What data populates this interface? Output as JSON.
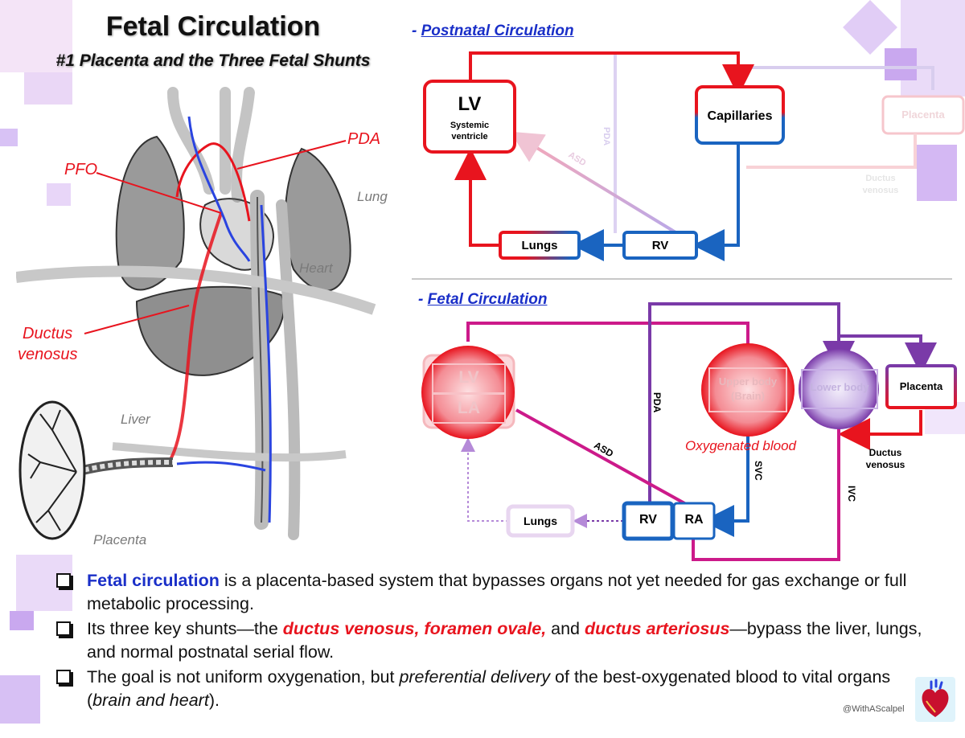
{
  "header": {
    "title": "Fetal Circulation",
    "subtitle": "#1 Placenta and the Three Fetal Shunts"
  },
  "anatomy": {
    "pda": "PDA",
    "pfo": "PFO",
    "lung": "Lung",
    "heart": "Heart",
    "ductus_venosus_1": "Ductus",
    "ductus_venosus_2": "venosus",
    "liver": "Liver",
    "placenta": "Placenta"
  },
  "postnatal": {
    "heading_dash": "- ",
    "heading": "Postnatal Circulation",
    "lv": "LV",
    "lv_sub1": "Systemic",
    "lv_sub2": "ventricle",
    "capillaries": "Capillaries",
    "placenta": "Placenta",
    "pda": "PDA",
    "asd": "ASD",
    "ductus_1": "Ductus",
    "ductus_2": "venosus",
    "lungs": "Lungs",
    "rv": "RV"
  },
  "fetal": {
    "heading_dash": "- ",
    "heading": "Fetal Circulation",
    "lv": "LV",
    "la": "LA",
    "upper_1": "Upper body",
    "upper_2": "(Brain)",
    "lower": "Lower body",
    "placenta": "Placenta",
    "pda": "PDA",
    "asd": "ASD",
    "oxygenated": "Oxygenated blood",
    "ductus_1": "Ductus",
    "ductus_2": "venosus",
    "svc": "SVC",
    "ivc": "IVC",
    "lungs": "Lungs",
    "rv": "RV",
    "ra": "RA"
  },
  "bullets": {
    "b1_hl": "Fetal circulation",
    "b1_rest": " is a placenta-based system that bypasses organs not yet needed for gas exchange or full metabolic processing.",
    "b2_a": "Its three key shunts—the ",
    "b2_hl1": "ductus venosus, foramen ovale,",
    "b2_b": " and ",
    "b2_hl2": "ductus arteriosus",
    "b2_c": "—bypass the liver, lungs, and normal postnatal serial flow.",
    "b3_a": "The goal is not uniform oxygenation, but ",
    "b3_em": "preferential delivery",
    "b3_b": " of the best-oxygenated blood to vital organs (",
    "b3_em2": "brain and heart",
    "b3_c": ")."
  },
  "watermark": "@WithAScalpel",
  "colors": {
    "red": "#e8141e",
    "blue": "#1a64c0",
    "magenta": "#cc1a8a",
    "purple": "#7a3aa8",
    "lavender": "#c9a8ef"
  },
  "icons": [
    "heart-logo-icon",
    "checkbox-bullet-icon"
  ]
}
